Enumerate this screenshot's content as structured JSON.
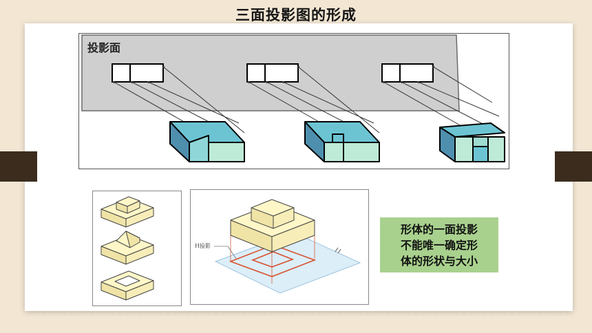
{
  "slide": {
    "title": "三面投影图的形成"
  },
  "top_figure": {
    "plane_label": "投影面"
  },
  "bottom_mid_figure": {
    "callout_label": "H投影"
  },
  "note": {
    "text": "形体的一面投影\n不能唯一确定形\n体的形状与大小"
  },
  "colors": {
    "background": "#f3e7d4",
    "side_tab": "#3b2c1e",
    "note_fill": "#a9d18e",
    "block_face_teal": "#6cc4d3",
    "block_face_light": "#bdebd8",
    "plane_gray": "#cfcfcf"
  }
}
